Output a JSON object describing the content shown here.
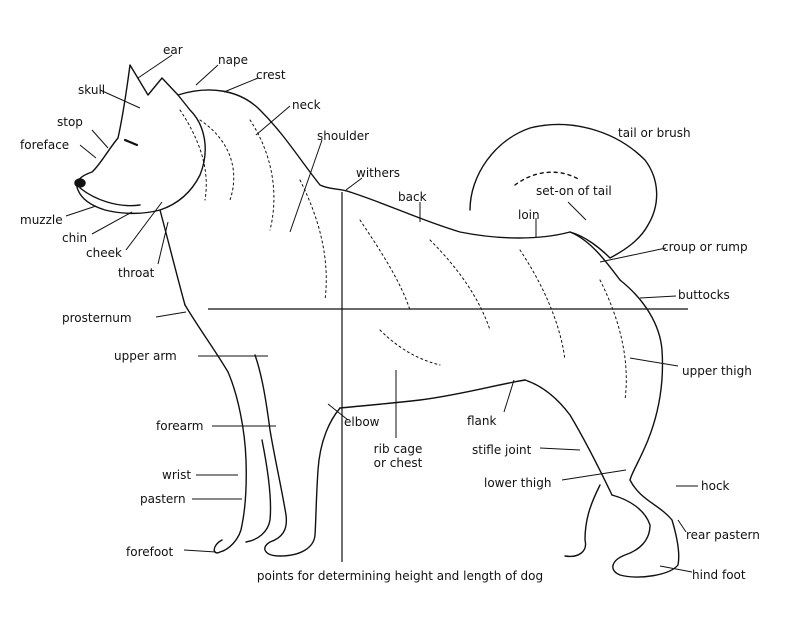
{
  "title": "",
  "colors": {
    "ink": "#111111",
    "background": "#ffffff"
  },
  "labels": {
    "ear": "ear",
    "nape": "nape",
    "crest": "crest",
    "skull": "skull",
    "neck": "neck",
    "stop": "stop",
    "foreface": "foreface",
    "shoulder": "shoulder",
    "tail": "tail or brush",
    "withers": "withers",
    "back": "back",
    "set_on_of_tail": "set-on of tail",
    "loin": "loin",
    "muzzle": "muzzle",
    "chin": "chin",
    "cheek": "cheek",
    "throat": "throat",
    "croup": "croup or rump",
    "buttocks": "buttocks",
    "prosternum": "prosternum",
    "upper_arm": "upper arm",
    "upper_thigh": "upper thigh",
    "elbow": "elbow",
    "forearm": "forearm",
    "flank": "flank",
    "rib_cage_line1": "rib cage",
    "rib_cage_line2": "or chest",
    "stifle_joint": "stifle joint",
    "wrist": "wrist",
    "lower_thigh": "lower thigh",
    "hock": "hock",
    "pastern": "pastern",
    "rear_pastern": "rear pastern",
    "forefoot": "forefoot",
    "hind_foot": "hind foot"
  },
  "caption": "points for determining height and length of dog"
}
